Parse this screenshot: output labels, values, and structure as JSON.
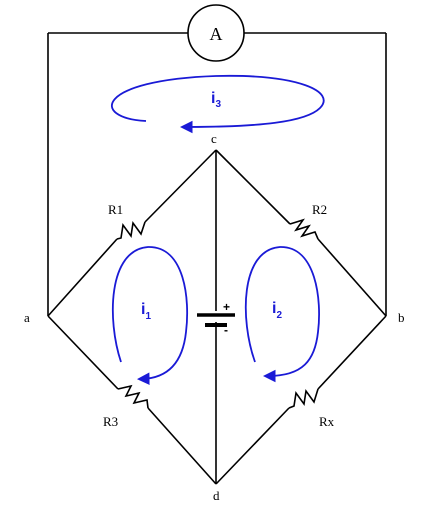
{
  "ammeter": {
    "symbol": "A"
  },
  "nodes": {
    "a": "a",
    "b": "b",
    "c": "c",
    "d": "d"
  },
  "resistors": {
    "r1": "R1",
    "r2": "R2",
    "r3": "R3",
    "rx": "Rx"
  },
  "battery": {
    "plus": "+",
    "minus": "-"
  },
  "currents": {
    "i1": {
      "main": "i",
      "sub": "1"
    },
    "i2": {
      "main": "i",
      "sub": "2"
    },
    "i3": {
      "main": "i",
      "sub": "3"
    }
  },
  "colors": {
    "wire": "#000000",
    "current_loop": "#1a1ad6"
  }
}
